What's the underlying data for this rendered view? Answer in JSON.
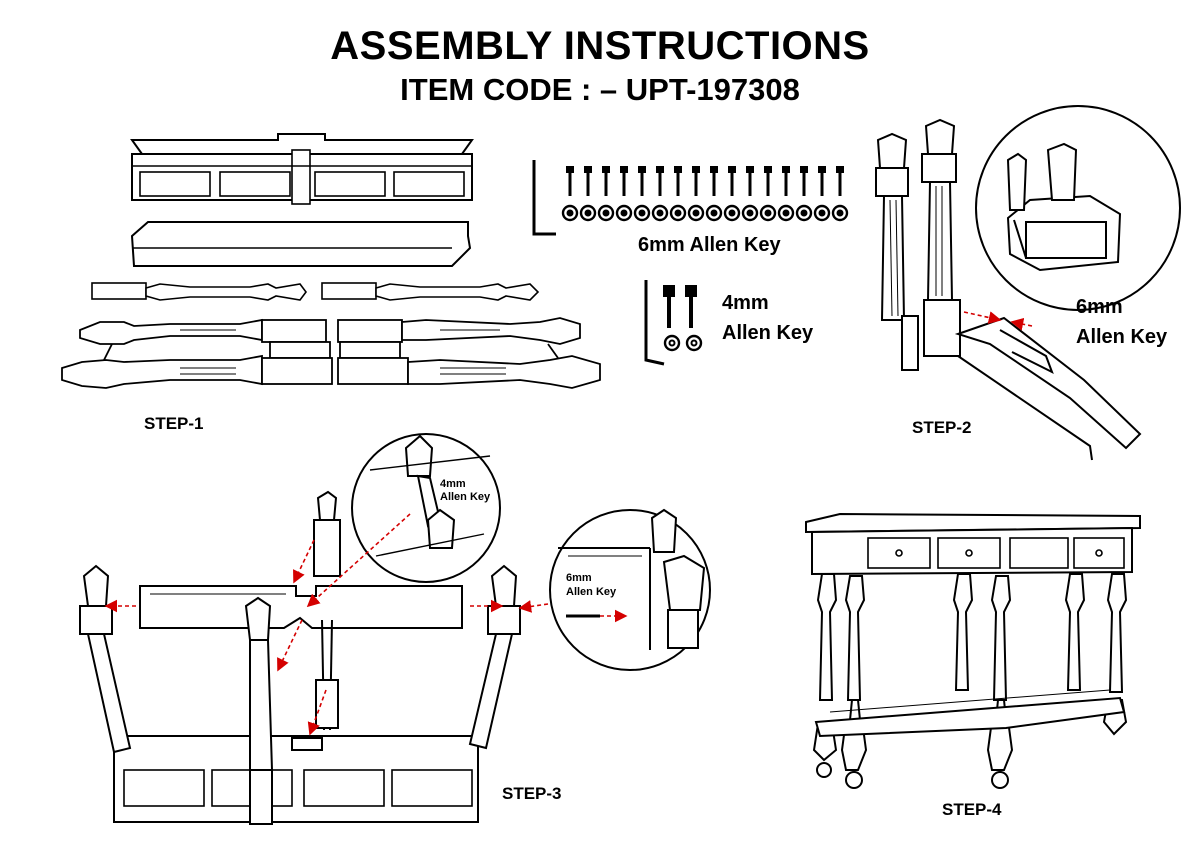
{
  "header": {
    "title": "ASSEMBLY INSTRUCTIONS",
    "item_code": "ITEM CODE : – UPT-197308"
  },
  "steps": {
    "step1": "STEP-1",
    "step2": "STEP-2",
    "step3": "STEP-3",
    "step4": "STEP-4"
  },
  "hardware": {
    "allen_6mm": "6mm  Allen Key",
    "allen_4mm_size": "4mm",
    "allen_4mm_label": "Allen Key",
    "step2_size": "6mm",
    "step2_label": "Allen Key",
    "step3_small_4mm_size": "4mm",
    "step3_small_4mm_label": "Allen Key",
    "step3_small_6mm_size": "6mm",
    "step3_small_6mm_label": "Allen Key"
  },
  "colors": {
    "line": "#000000",
    "arrow": "#d40000"
  }
}
